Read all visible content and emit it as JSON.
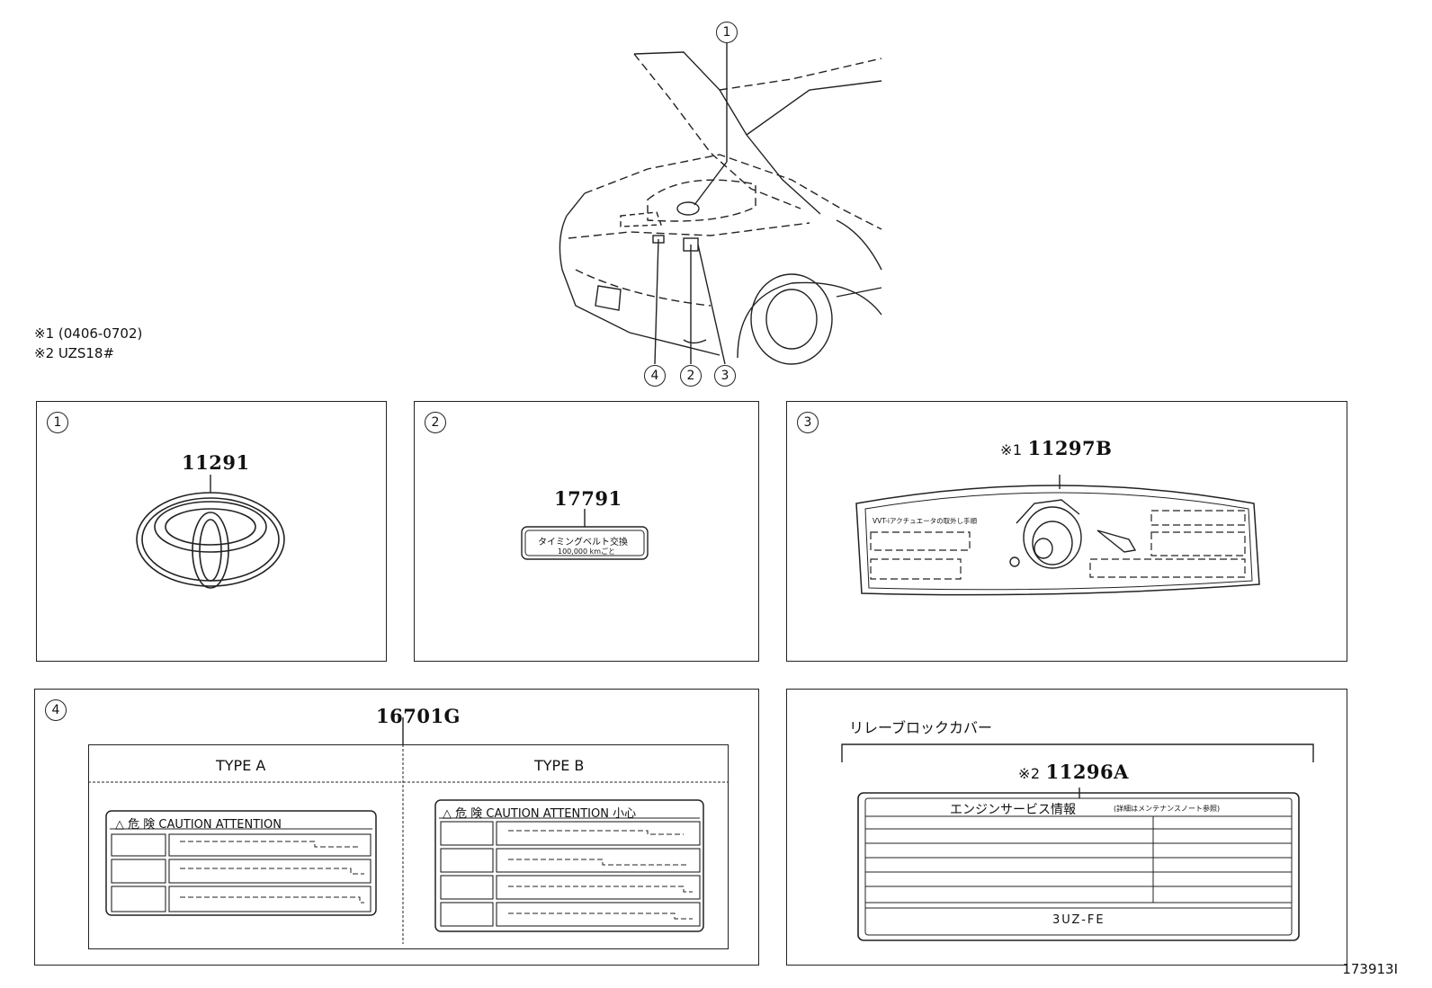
{
  "notes": [
    "※1 (0406-0702)",
    "※2 UZS18#"
  ],
  "callouts": [
    "1",
    "2",
    "3",
    "4"
  ],
  "panel1": {
    "id": "1",
    "part": "11291",
    "icon": "toyota-emblem-icon"
  },
  "panel2": {
    "id": "2",
    "part": "17791",
    "label_line1": "タイミングベルト交換",
    "label_line2": "100,000 kmごと"
  },
  "panel3": {
    "id": "3",
    "note": "※1",
    "part": "11297B",
    "label_text": "VVT-iアクチュエータの取外し手順"
  },
  "panel4": {
    "id": "4",
    "part": "16701G",
    "type_a": "TYPE A",
    "type_b": "TYPE B",
    "caution_a": "△ 危 険   CAUTION   ATTENTION",
    "caution_b": "△ 危 険  CAUTION  ATTENTION  小心"
  },
  "panel5": {
    "heading": "リレーブロックカバー",
    "note": "※2",
    "part": "11296A",
    "service_title": "エンジンサービス情報",
    "service_sub": "(詳細はメンテナンスノート参照)",
    "engine": "3UZ-FE"
  },
  "diagram_id": "173913I"
}
